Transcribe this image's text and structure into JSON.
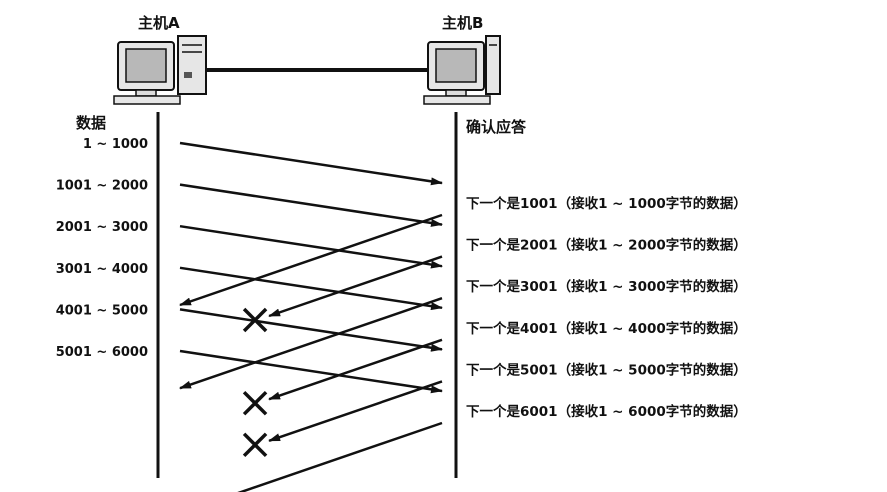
{
  "hosts": {
    "a": {
      "label": "主机A"
    },
    "b": {
      "label": "主机B"
    }
  },
  "columns": {
    "left": "数据",
    "right": "确认应答"
  },
  "segments": [
    {
      "label": "1 ~ 1000"
    },
    {
      "label": "1001 ~ 2000"
    },
    {
      "label": "2001 ~ 3000"
    },
    {
      "label": "3001 ~ 4000"
    },
    {
      "label": "4001 ~ 5000"
    },
    {
      "label": "5001 ~ 6000"
    }
  ],
  "acks": [
    {
      "label": "下一个是1001（接收1 ~ 1000字节的数据）",
      "lost": false
    },
    {
      "label": "下一个是2001（接收1 ~ 2000字节的数据）",
      "lost": true
    },
    {
      "label": "下一个是3001（接收1 ~ 3000字节的数据）",
      "lost": false
    },
    {
      "label": "下一个是4001（接收1 ~ 4000字节的数据）",
      "lost": true
    },
    {
      "label": "下一个是5001（接收1 ~ 5000字节的数据）",
      "lost": true
    },
    {
      "label": "下一个是6001（接收1 ~ 6000字节的数据）",
      "lost": false
    }
  ],
  "lost_marker_icon": "x-mark-icon",
  "colors": {
    "line": "#111111",
    "screen": "#b8b8b8",
    "computer_body": "#e6e6e6"
  }
}
